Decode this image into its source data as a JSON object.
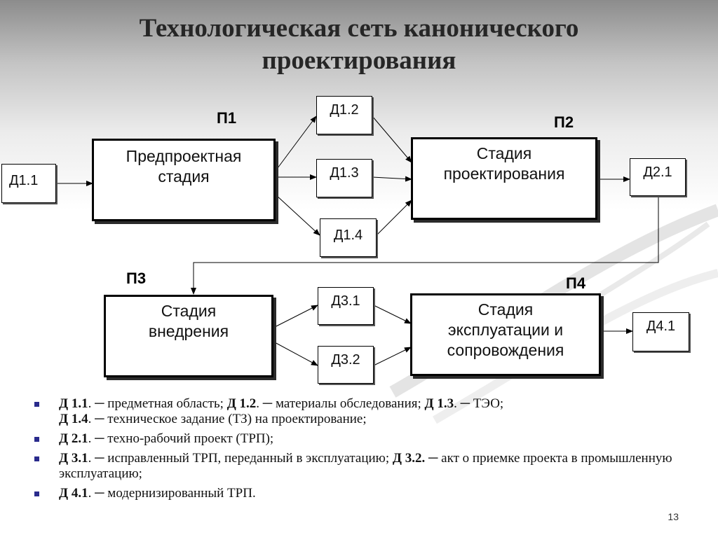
{
  "slide": {
    "title_line1": "Технологическая сеть канонического",
    "title_line2": "проектирования",
    "page_number": "13"
  },
  "diagram": {
    "processes": {
      "p1": {
        "label": "П1",
        "text_line1": "Предпроектная",
        "text_line2": "стадия"
      },
      "p2": {
        "label": "П2",
        "text_line1": "Стадия",
        "text_line2": "проектирования"
      },
      "p3": {
        "label": "П3",
        "text_line1": "Стадия",
        "text_line2": "внедрения"
      },
      "p4": {
        "label": "П4",
        "text_line1": "Стадия",
        "text_line2": "эксплуатации и",
        "text_line3": "сопровождения"
      }
    },
    "documents": {
      "d11": "Д1.1",
      "d12": "Д1.2",
      "d13": "Д1.3",
      "d14": "Д1.4",
      "d21": "Д2.1",
      "d31": "Д3.1",
      "d32": "Д3.2",
      "d41": "Д4.1"
    },
    "connections": [
      {
        "from": "Д1.1",
        "to": "П1"
      },
      {
        "from": "П1",
        "to": "Д1.2"
      },
      {
        "from": "П1",
        "to": "Д1.3"
      },
      {
        "from": "П1",
        "to": "Д1.4"
      },
      {
        "from": "Д1.2",
        "to": "П2"
      },
      {
        "from": "Д1.3",
        "to": "П2"
      },
      {
        "from": "Д1.4",
        "to": "П2"
      },
      {
        "from": "П2",
        "to": "Д2.1"
      },
      {
        "from": "Д2.1",
        "to": "П3"
      },
      {
        "from": "П3",
        "to": "Д3.1"
      },
      {
        "from": "П3",
        "to": "Д3.2"
      },
      {
        "from": "Д3.1",
        "to": "П4"
      },
      {
        "from": "Д3.2",
        "to": "П4"
      },
      {
        "from": "П4",
        "to": "Д4.1"
      }
    ]
  },
  "legend": {
    "item1": {
      "k1": "Д 1.1",
      "t1": ". ─ предметная область; ",
      "k2": "Д 1.2",
      "t2": ". ─ материалы обследования; ",
      "k3": "Д 1.3",
      "t3": ". ─ ТЭО;",
      "k4": "Д 1.4",
      "t4": ". ─ техническое задание (ТЗ) на проектирование;"
    },
    "item2": {
      "k1": "Д 2.1",
      "t1": ". ─ техно-рабочий проект (ТРП);"
    },
    "item3": {
      "k1": "Д 3.1",
      "t1": ". ─ исправленный ТРП, переданный в эксплуатацию; ",
      "k2": "Д 3.2.",
      "t2": " ─ акт о приемке проекта в промышленную эксплуатацию;"
    },
    "item4": {
      "k1": "Д 4.1",
      "t1": ". ─ модернизированный ТРП."
    }
  },
  "colors": {
    "bullet": "#2a2b8c",
    "line": "#000000"
  }
}
